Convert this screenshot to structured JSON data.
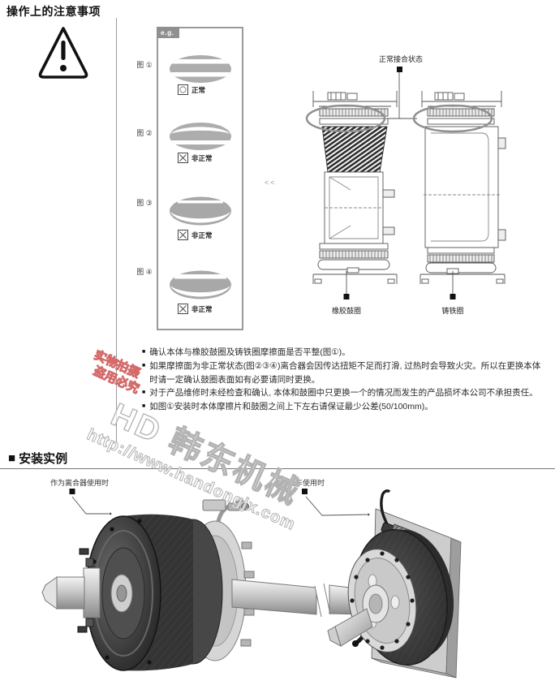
{
  "page": {
    "title": "操作上的注意事项"
  },
  "example_box": {
    "tag": "e.g.",
    "figures": [
      {
        "label": "图 ①",
        "status": "正常",
        "status_type": "normal"
      },
      {
        "label": "图 ②",
        "status": "非正常",
        "status_type": "abnormal"
      },
      {
        "label": "图 ③",
        "status": "非正常",
        "status_type": "abnormal"
      },
      {
        "label": "图 ④",
        "status": "非正常",
        "status_type": "abnormal"
      }
    ]
  },
  "diagram": {
    "top_label": "正常接合状态",
    "chevrons": "<<",
    "left_bottom_label": "橡胶鼓圈",
    "right_bottom_label": "铸铁圈"
  },
  "notes_meta": {
    "bullet": "■"
  },
  "notes": [
    "确认本体与橡胶鼓圈及铸铁圈摩擦面是否平整(图①)。",
    "如果摩擦面为非正常状态(图②③④)离合器会因传达扭矩不足而打滑, 过热时会导致火灾。所以在更换本体时请一定确认鼓圈表面如有必要请同时更换。",
    "对于产品维修时未经检查和确认, 本体和鼓圈中只更换一个的情况而发生的产品损坏本公司不承担责任。",
    "如图①安装时本体摩擦片和鼓圈之间上下左右请保证最少公差(50/100mm)。"
  ],
  "installation": {
    "marker": "■",
    "title": "安装实例",
    "left_caption": "作为离合器使用时",
    "right_caption": "作为刹车使用时"
  },
  "watermark": {
    "red_line1": "实物拍摄",
    "red_line2": "盗用必究",
    "brand": "HD 韩东机械",
    "url": "http://www.handongjx.com"
  }
}
